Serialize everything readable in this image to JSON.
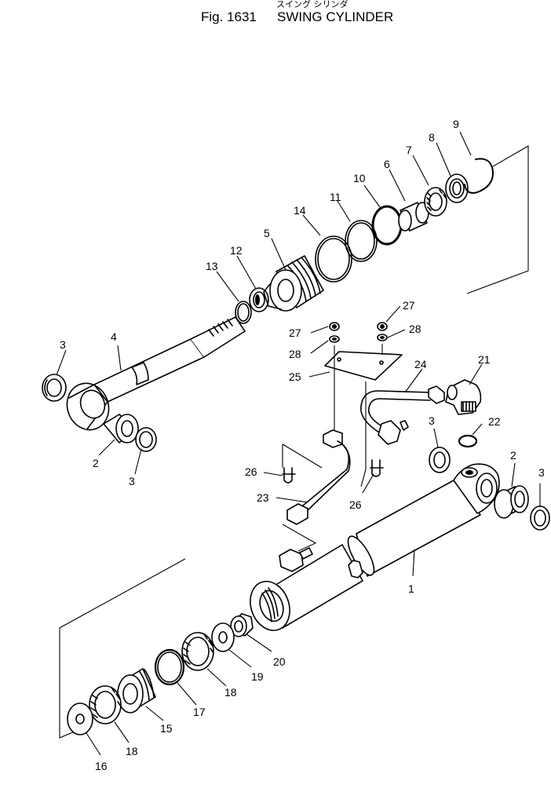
{
  "figure": {
    "title_jp": "スイング シリンダ",
    "fig_label": "Fig. 1631",
    "title": "SWING CYLINDER"
  },
  "callouts": {
    "p1": "1",
    "p2a": "2",
    "p2b": "2",
    "p3a": "3",
    "p3b": "3",
    "p3c": "3",
    "p3d": "3",
    "p4": "4",
    "p5": "5",
    "p6": "6",
    "p7": "7",
    "p8": "8",
    "p9": "9",
    "p10": "10",
    "p11": "11",
    "p12": "12",
    "p13": "13",
    "p14": "14",
    "p15": "15",
    "p16": "16",
    "p17": "17",
    "p18a": "18",
    "p18b": "18",
    "p19": "19",
    "p20": "20",
    "p21": "21",
    "p22": "22",
    "p23": "23",
    "p24": "24",
    "p25": "25",
    "p26a": "26",
    "p26b": "26",
    "p27a": "27",
    "p27b": "27",
    "p28a": "28",
    "p28b": "28"
  }
}
